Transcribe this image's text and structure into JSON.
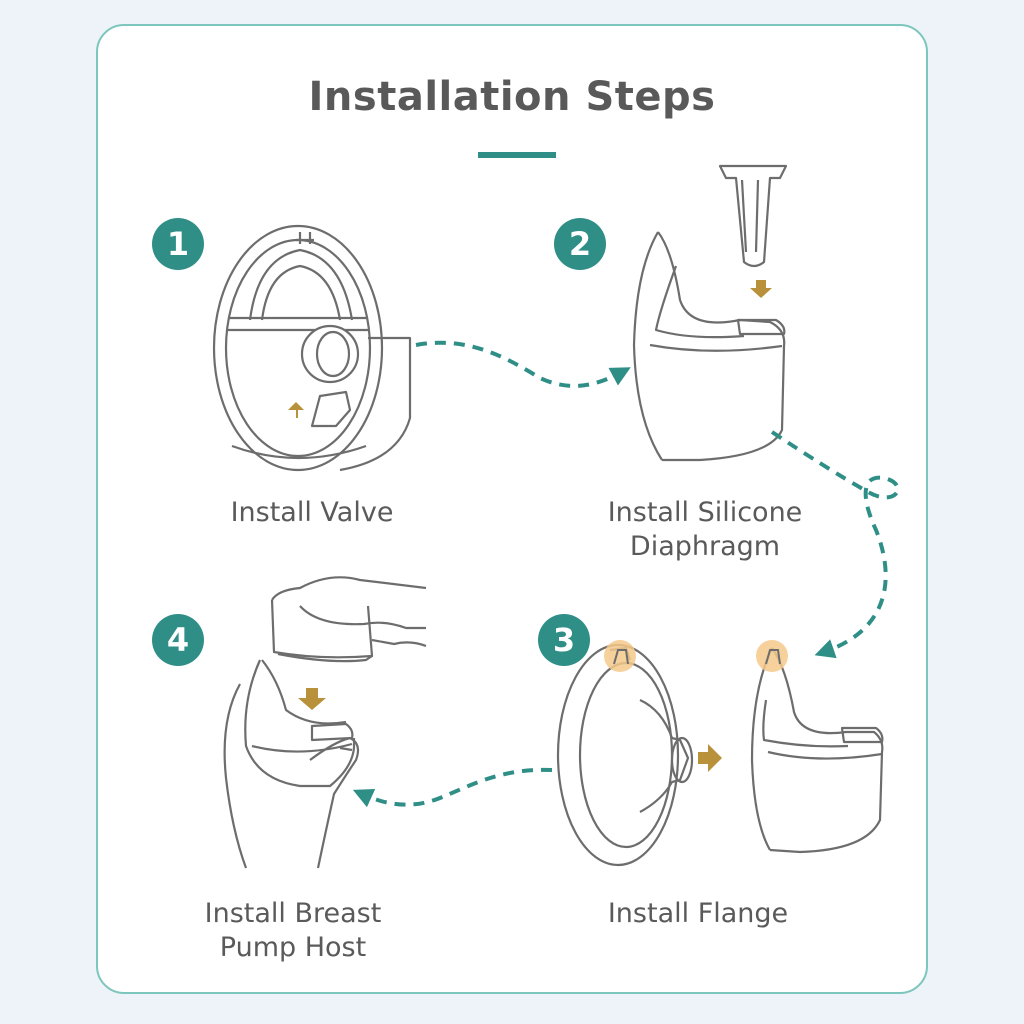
{
  "title": "Installation Steps",
  "colors": {
    "accent": "#2f8f87",
    "arrow": "#b8913a",
    "highlight": "#f4c98a",
    "line": "#6d6d6d",
    "text": "#5a5a5a"
  },
  "steps": [
    {
      "number": "1",
      "label_lines": [
        "Install Valve"
      ]
    },
    {
      "number": "2",
      "label_lines": [
        "Install Silicone",
        "Diaphragm"
      ]
    },
    {
      "number": "3",
      "label_lines": [
        "Install Flange"
      ]
    },
    {
      "number": "4",
      "label_lines": [
        "Install Breast",
        "Pump Host"
      ]
    }
  ]
}
